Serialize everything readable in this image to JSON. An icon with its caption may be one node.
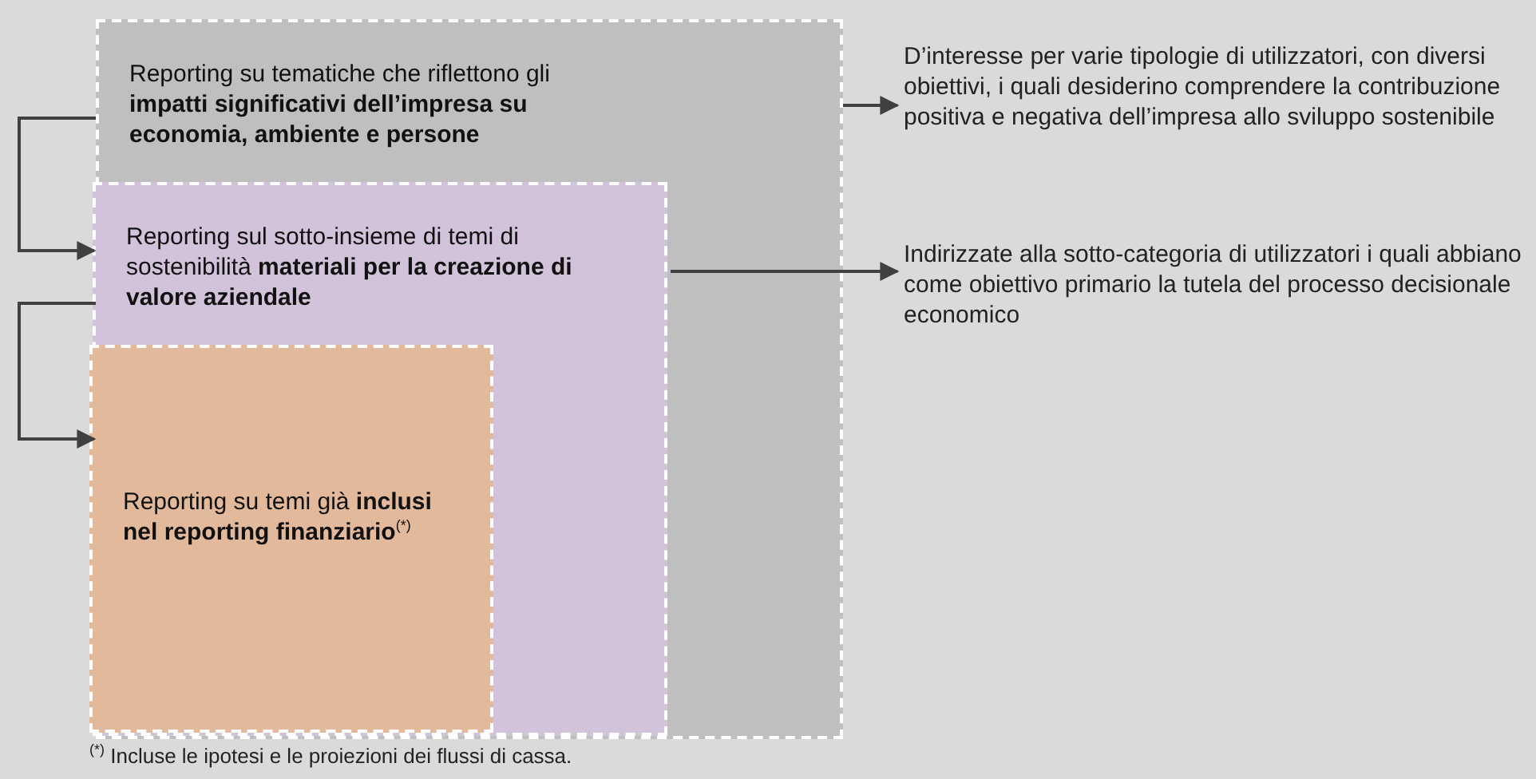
{
  "diagram": {
    "nodes": [
      {
        "text": [
          "Reporting su tematiche che riflettono gli **impatti significativi dell’impresa su economia, ambiente e persone**"
        ]
      },
      {
        "text": [
          "Reporting sul sotto-insieme di temi di sostenibilità **materiali per la creazione di valore aziendale**"
        ],
        "in": 0
      },
      {
        "text": [
          "Reporting su temi già **inclusi nel reporting finanziario**$^{(*)}$"
        ],
        "in": 1
      },
      {
        "text": [
          "D’interesse per varie tipologie di utilizzatori, con diversi obiettivi, i quali desiderino comprendere la contribuzione positiva e negativa dell’impresa allo sviluppo sostenibile"
        ]
      },
      {
        "text": [
          "Indirizzate alla sotto-categoria di utilizzatori i quali abbiano come obiettivo primario la tutela del processo decisionale economico"
        ]
      }
    ],
    "edges": [
      {
        "from": 0,
        "to": 1,
        "arrow": "to"
      },
      {
        "from": 1,
        "to": 2,
        "arrow": "to"
      },
      {
        "from": 0,
        "to": 3,
        "arrow": "to"
      },
      {
        "from": 1,
        "to": 4,
        "arrow": "to"
      }
    ],
    "labels": [
      "$^{(*)}$ Incluse le ipotesi e le proiezioni dei flussi di cassa."
    ]
  }
}
